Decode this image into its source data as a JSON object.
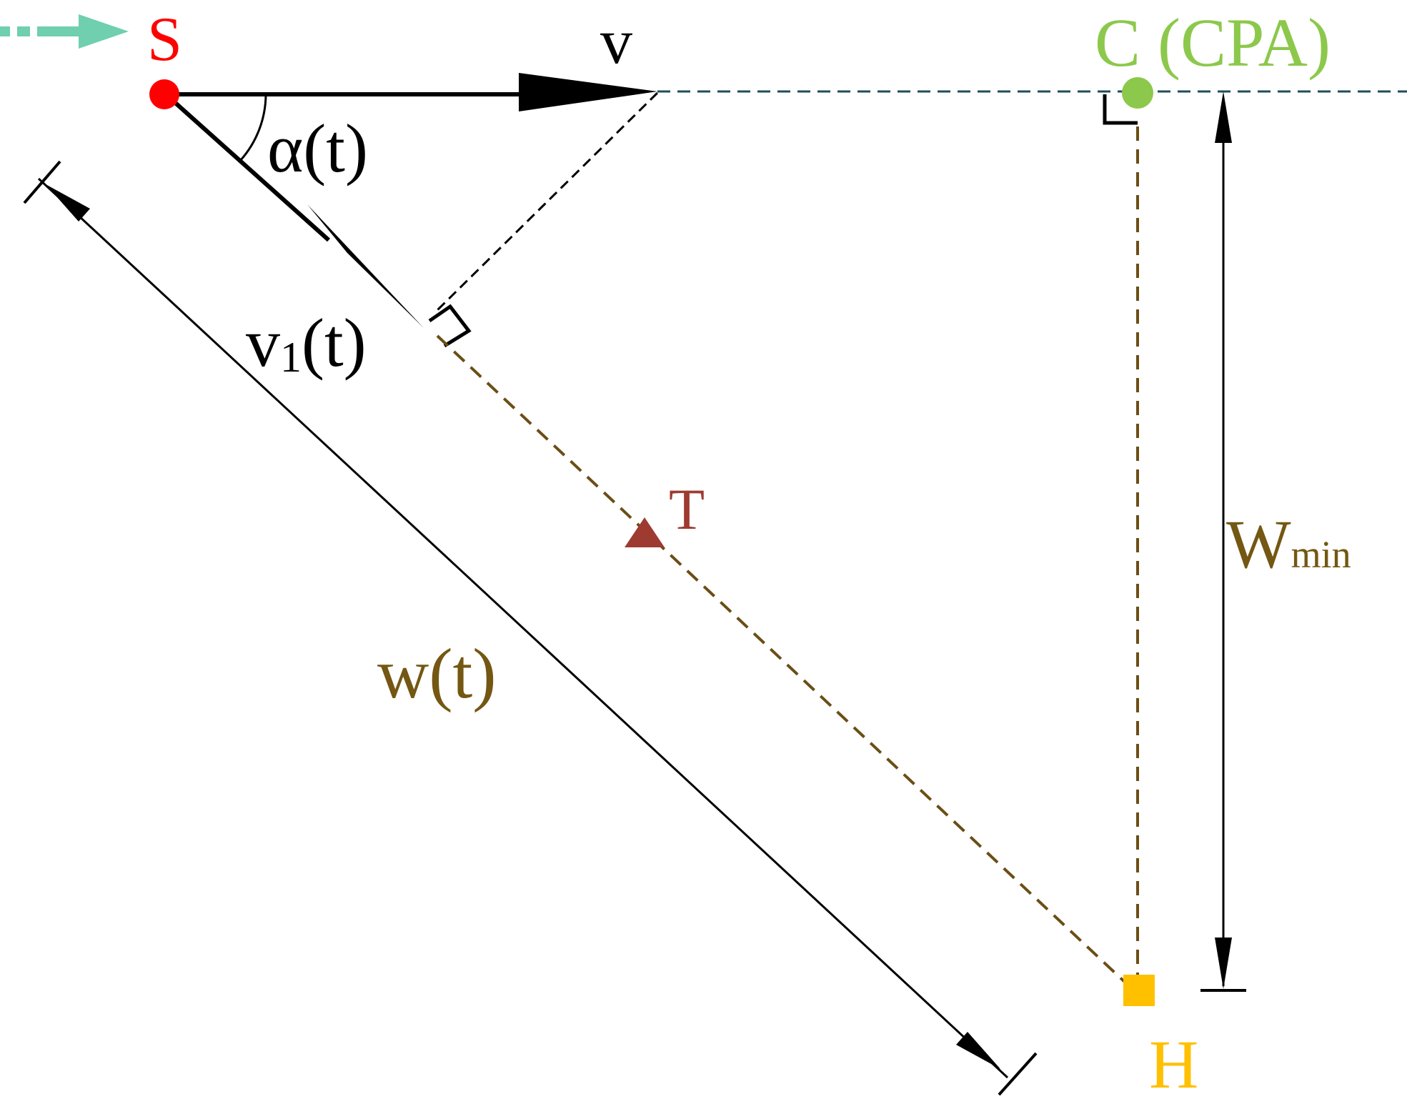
{
  "labels": {
    "source": "S",
    "cpa": "C (CPA)",
    "velocity": "v",
    "angle": "α(t)",
    "v1_main": "v",
    "v1_sub": "1",
    "v1_tail": "(t)",
    "target": "T",
    "distance": "w(t)",
    "wmin_main": "W",
    "wmin_sub": "min",
    "hit": "H"
  },
  "colors": {
    "source": "#ff0000",
    "cpa": "#8cc84b",
    "target": "#9e3b30",
    "hit": "#ffc000",
    "path_dashed": "#6b4e16",
    "label_brown": "#735712",
    "cpa_line": "#1f4e5a",
    "incoming_arrow": "#6fcfae",
    "vector": "#000000"
  }
}
